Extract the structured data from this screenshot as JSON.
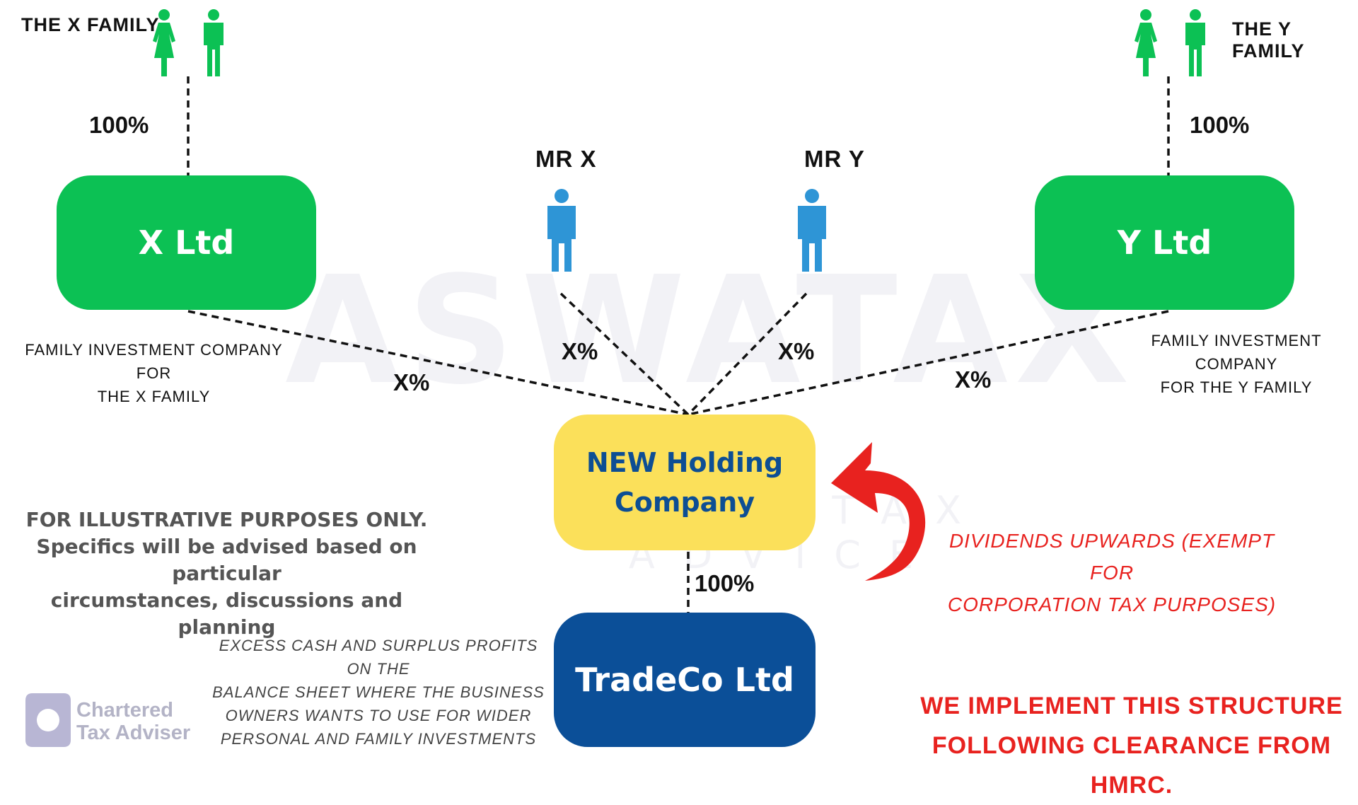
{
  "watermark": {
    "brand": "ASWATAX",
    "tagline": "BEST TAX ADVICE"
  },
  "families": {
    "x": {
      "label": "THE X FAMILY",
      "percent": "100%"
    },
    "y": {
      "label": "THE Y FAMILY",
      "percent": "100%"
    }
  },
  "companies": {
    "x_ltd": {
      "name": "X Ltd",
      "caption_line1": "FAMILY INVESTMENT COMPANY FOR",
      "caption_line2": "THE X FAMILY"
    },
    "y_ltd": {
      "name": "Y Ltd",
      "caption_line1": "FAMILY INVESTMENT COMPANY",
      "caption_line2": "FOR THE Y FAMILY"
    },
    "holding": {
      "name_line1": "NEW Holding",
      "name_line2": "Company"
    },
    "tradeco": {
      "name": "TradeCo Ltd"
    }
  },
  "people": {
    "mr_x": "MR X",
    "mr_y": "MR Y"
  },
  "links": {
    "x_ltd_to_holding": "X%",
    "mr_x_to_holding": "X%",
    "mr_y_to_holding": "X%",
    "y_ltd_to_holding": "X%",
    "holding_to_tradeco": "100%"
  },
  "notes": {
    "disclaimer_line1": "FOR ILLUSTRATIVE PURPOSES ONLY.",
    "disclaimer_line2": "Specifics will be advised based on particular",
    "disclaimer_line3": "circumstances, discussions and planning",
    "excess_line1": "EXCESS CASH AND SURPLUS PROFITS ON THE",
    "excess_line2": "BALANCE SHEET WHERE THE BUSINESS",
    "excess_line3": "OWNERS WANTS TO USE FOR WIDER",
    "excess_line4": "PERSONAL AND FAMILY INVESTMENTS",
    "dividends_line1": "DIVIDENDS UPWARDS (EXEMPT FOR",
    "dividends_line2": "CORPORATION TAX PURPOSES)",
    "implement_line1": "WE IMPLEMENT THIS STRUCTURE",
    "implement_line2": "FOLLOWING CLEARANCE FROM HMRC."
  },
  "badge": {
    "line1": "Chartered",
    "line2": "Tax Adviser"
  },
  "colors": {
    "green": "#0cc154",
    "yellow": "#fbe05a",
    "navy": "#0b4f98",
    "person_blue": "#2e95d6",
    "person_green": "#0cc154",
    "red": "#e8221f"
  }
}
